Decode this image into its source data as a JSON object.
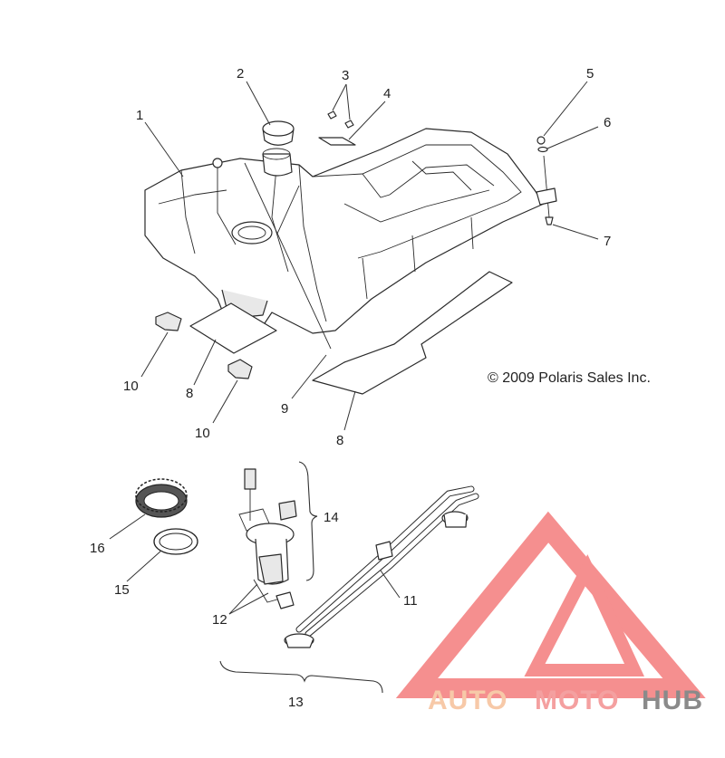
{
  "callouts": {
    "c1": "1",
    "c2": "2",
    "c3": "3",
    "c4": "4",
    "c5": "5",
    "c6": "6",
    "c7": "7",
    "c8a": "8",
    "c8b": "8",
    "c9": "9",
    "c10a": "10",
    "c10b": "10",
    "c11": "11",
    "c12": "12",
    "c13": "13",
    "c14": "14",
    "c15": "15",
    "c16": "16"
  },
  "copyright": "© 2009 Polaris Sales Inc.",
  "watermark": {
    "word_auto": "AUTO",
    "word_moto": "MOTO",
    "word_hub": "HUB",
    "color_auto": "#f7c9a8",
    "color_moto": "#f4a0a0",
    "color_hub": "#8a8a8a",
    "color_logo": "#f58f8f"
  }
}
